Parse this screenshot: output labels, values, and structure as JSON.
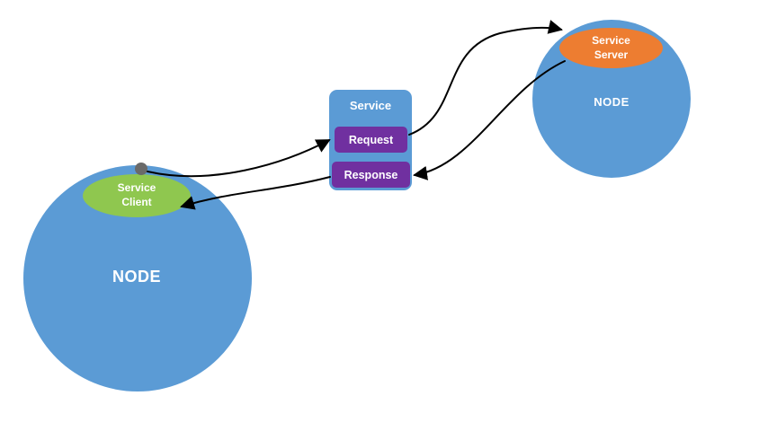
{
  "diagram": {
    "left_node": {
      "label": "NODE"
    },
    "right_node": {
      "label": "NODE"
    },
    "service_client": {
      "lines": [
        "Service",
        "Client"
      ]
    },
    "service_server": {
      "lines": [
        "Service",
        "Server"
      ]
    },
    "service_box": {
      "title": "Service",
      "request_label": "Request",
      "response_label": "Response"
    }
  },
  "colors": {
    "node_blue": "#5b9bd5",
    "client_green": "#8fc74f",
    "server_orange": "#ed7d31",
    "action_purple": "#7030a0",
    "dot_gray": "#6a6a6a",
    "arrow_black": "#000000",
    "background": "#ffffff"
  }
}
